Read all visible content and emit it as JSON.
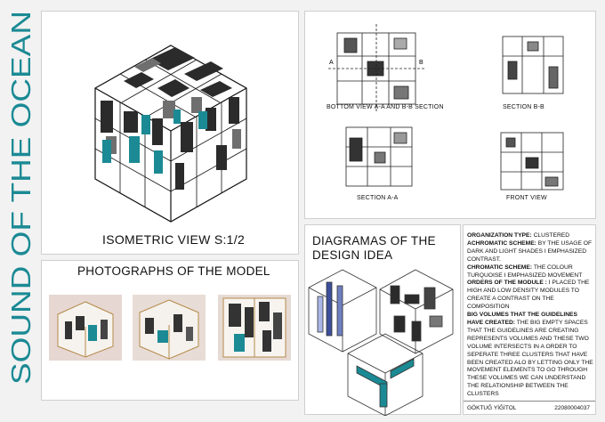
{
  "board_title": "SOUND OF THE OCEAN",
  "iso": {
    "caption": "ISOMETRIC VIEW S:1/2"
  },
  "photos": {
    "title": "PHOTOGRAPHS OF THE MODEL"
  },
  "sections": {
    "bottom_caption": "BOTTOM VIEW A-A AND B-B SECTION",
    "section_bb": "SECTION B-B",
    "section_aa": "SECTION A-A",
    "front_view": "FRONT VIEW",
    "marker_a": "A",
    "marker_b": "B"
  },
  "diagram": {
    "title_line1": "DIAGRAMAS  OF THE",
    "title_line2": "DESIGN IDEA"
  },
  "text": {
    "org_label": "ORGANIZATION TYPE:",
    "org_value": "CLUSTERED",
    "achro_label": "ACHROMATIC SCHEME:",
    "achro_value": "BY THE USAGE OF DARK AND LIGHT SHADES I EMPHASIZED CONTRAST.",
    "chrom_label": "CHROMATIC SCHEME:",
    "chrom_value": "THE COLOUR TURQUOISE I EMPHASIZED MOVEMENT",
    "orders_label": "ORDERS OF THE MODULE :",
    "orders_value": "I PLACED THE HIGH AND LOW DENSITY MODULES TO CREATE A CONTRAST ON THE COMPOSITION",
    "big_label": "BIG VOLUMES THAT THE GUIDELINES HAVE CREATED:",
    "big_value": "THE BIG EMPTY SPACES THAT THE GUIDELINES ARE CREATING REPRESENTS VOLUMES AND THESE TWO VOLUME INTERSECTS IN A ORDER TO SEPERATE THREE CLUSTERS THAT HAVE BEEN CREATED ALO BY LETTING ONLY THE MOVEMENT ELEMENTS TO GO THROUGH THESE VOLUMES WE CAN UNDERSTAND THE RELATIONSHIP BETWEEN THE CLUSTERS"
  },
  "student": {
    "name": "GÖKTUĞ YİĞİTOL",
    "id": "22080004037"
  },
  "colors": {
    "accent": "#1b8a94",
    "dark": "#2b2b2b",
    "mid": "#6f6f6f",
    "light": "#bdbdbd",
    "diagram_blue": "#3d4f9a"
  }
}
